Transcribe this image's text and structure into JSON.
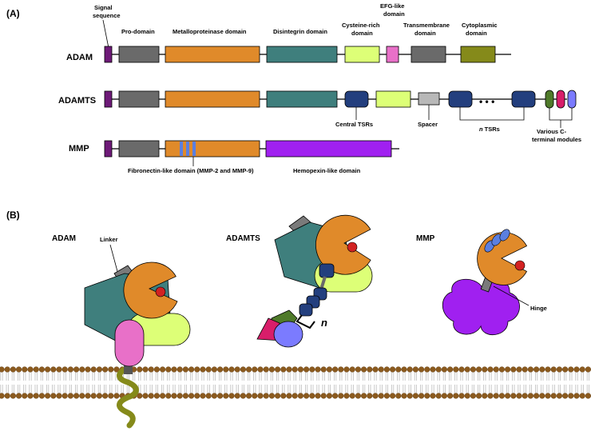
{
  "panel_a": {
    "label": "(A)",
    "rows": {
      "adam": "ADAM",
      "adamts": "ADAMTS",
      "mmp": "MMP"
    },
    "domain_labels": {
      "signal_1": "Signal",
      "signal_2": "sequence",
      "pro": "Pro-domain",
      "metallo": "Metalloproteinase domain",
      "disintegrin": "Disintegrin domain",
      "cys_1": "Cysteine-rich",
      "cys_2": "domain",
      "egf_1": "EFG-like",
      "egf_2": "domain",
      "tm_1": "Transmembrane",
      "tm_2": "domain",
      "cyto_1": "Cytoplasmic",
      "cyto_2": "domain"
    },
    "adamts_labels": {
      "central_tsrs": "Central TSRs",
      "spacer": "Spacer",
      "n_italic": "n",
      "n_tsrs": " TSRs",
      "various_1": "Various C-",
      "various_2": "terminal modules",
      "dots": "• • •"
    },
    "mmp_labels": {
      "fibronectin": "Fibronectin-like domain (MMP-2 and MMP-9)",
      "hemopexin": "Hemopexin-like domain"
    }
  },
  "panel_b": {
    "label": "(B)",
    "proteins": {
      "adam": "ADAM",
      "adamts": "ADAMTS",
      "mmp": "MMP"
    },
    "linker": "Linker",
    "hinge": "Hinge",
    "n_italic": "n"
  },
  "colors": {
    "signal": "#6e1a78",
    "pro": "#6a6a6a",
    "metallo": "#e08a2a",
    "disintegrin": "#3f7f7d",
    "cysteine_rich": "#ddff77",
    "egf": "#e870c8",
    "transmembrane": "#6a6a6a",
    "cytoplasmic": "#858a1a",
    "tsr": "#233f7e",
    "spacer": "#b8b8b8",
    "hemopexin": "#a020f0",
    "fibronectin": "#5b7fe0",
    "c_green": "#4f7a2a",
    "c_magenta": "#d81e6a",
    "c_blue": "#7b7bff",
    "active_site": "#d22222",
    "membrane_head": "#8b5a1e"
  }
}
